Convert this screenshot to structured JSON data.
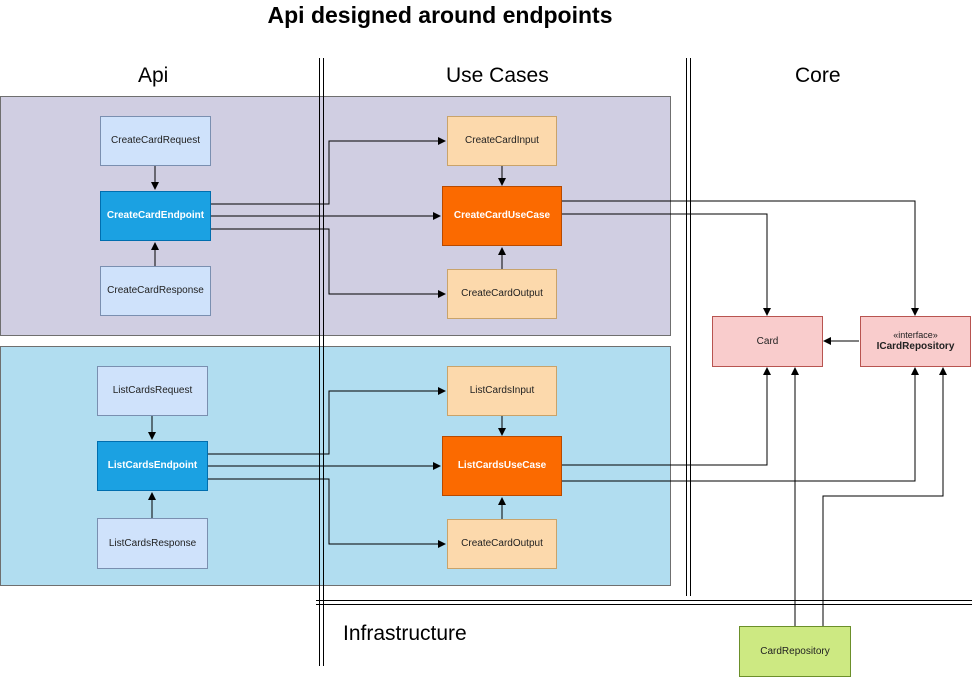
{
  "title": "Api designed around endpoints",
  "lanes": {
    "api": "Api",
    "use_cases": "Use Cases",
    "core": "Core",
    "infrastructure": "Infrastructure"
  },
  "create_flow": {
    "request": "CreateCardRequest",
    "endpoint": "CreateCardEndpoint",
    "response": "CreateCardResponse",
    "input": "CreateCardInput",
    "use_case": "CreateCardUseCase",
    "output": "CreateCardOutput"
  },
  "list_flow": {
    "request": "ListCardsRequest",
    "endpoint": "ListCardsEndpoint",
    "response": "ListCardsResponse",
    "input": "ListCardsInput",
    "use_case": "ListCardsUseCase",
    "output": "CreateCardOutput"
  },
  "core": {
    "entity": "Card",
    "repo_stereotype": "«interface»",
    "repo_name": "ICardRepository"
  },
  "infrastructure": {
    "repository": "CardRepository"
  },
  "colors": {
    "create_region": "#d0cee2",
    "list_region": "#b1ddf0",
    "endpoint": "#1ba1e2",
    "use_case": "#fb6a00",
    "io": "#fcd9ac",
    "request": "#cfe2fb",
    "core": "#f9cccc",
    "infrastructure": "#cde982"
  }
}
